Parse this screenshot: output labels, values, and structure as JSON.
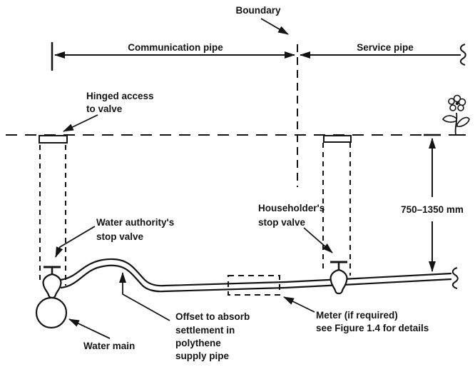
{
  "figure": {
    "labels": {
      "boundary": "Boundary",
      "communication_pipe": "Communication pipe",
      "service_pipe": "Service pipe",
      "hinged_access_line1": "Hinged access",
      "hinged_access_line2": "to valve",
      "water_authority_line1": "Water authority's",
      "water_authority_line2": "stop valve",
      "householder_line1": "Householder's",
      "householder_line2": "stop valve",
      "water_main": "Water main",
      "offset_line1": "Offset to absorb",
      "offset_line2": "settlement in",
      "offset_line3": "polythene",
      "offset_line4": "supply pipe",
      "meter_line1": "Meter (if required)",
      "meter_line2": "see Figure 1.4 for details",
      "depth_range": "750–1350 mm"
    },
    "colors": {
      "ink": "#141414",
      "background": "#ffffff"
    }
  }
}
